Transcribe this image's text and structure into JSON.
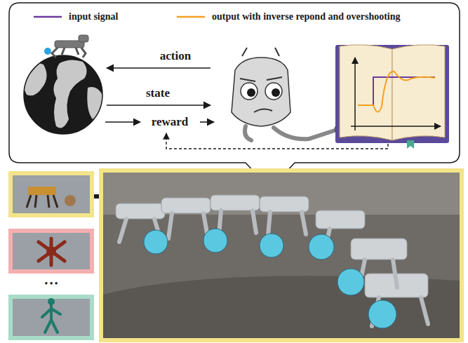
{
  "diagram": {
    "labels": [
      "action",
      "state",
      "reward",
      "• • •"
    ],
    "legend": [
      {
        "text": "input signal"
      },
      {
        "text": "output with inverse repond and overshooting"
      }
    ]
  }
}
